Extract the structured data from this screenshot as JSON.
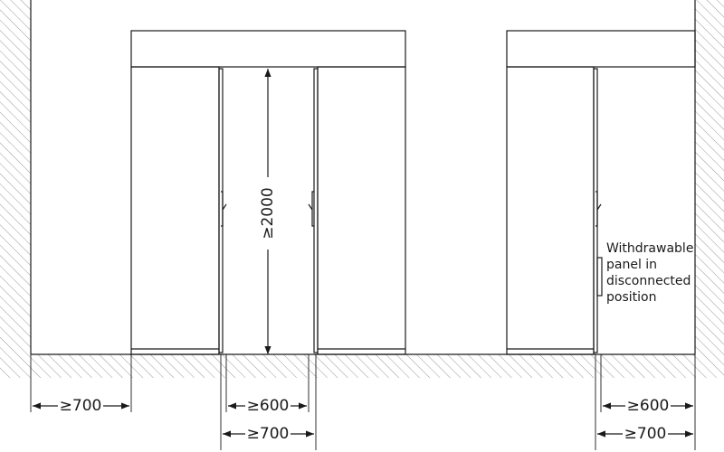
{
  "dimensions": {
    "height_label": "≥2000",
    "left_wall_gap": "≥700",
    "centre_inner_gap": "≥600",
    "centre_outer_gap": "≥700",
    "right_inner_gap": "≥600",
    "right_outer_gap": "≥700"
  },
  "annotation": {
    "lines": [
      "Withdrawable",
      "panel in",
      "disconnected",
      "position"
    ]
  },
  "colors": {
    "line": "#1a1a1a",
    "hatch": "#9a9a9a",
    "background": "#ffffff"
  }
}
